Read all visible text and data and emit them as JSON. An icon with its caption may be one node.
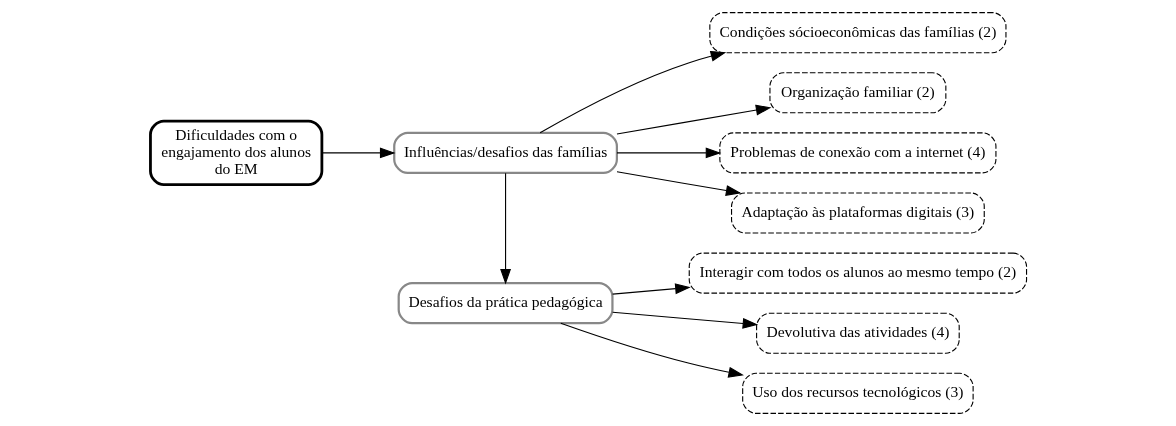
{
  "diagram": {
    "nodes": [
      {
        "text": [
          "Dificuldades com o engajamento dos alunos do EM"
        ]
      },
      {
        "text": [
          "Influências/desafios das famílias"
        ]
      },
      {
        "text": [
          "Condições sócioeconômicas das famílias (2)"
        ]
      },
      {
        "text": [
          "Organização familiar (2)"
        ]
      },
      {
        "text": [
          "Problemas de conexão com a internet (4)"
        ]
      },
      {
        "text": [
          "Adaptação às plataformas digitais (3)"
        ]
      },
      {
        "text": [
          "Desafios da prática pedagógica"
        ]
      },
      {
        "text": [
          "Interagir com todos os alunos ao mesmo tempo (2)"
        ]
      },
      {
        "text": [
          "Devolutiva das atividades (4)"
        ]
      },
      {
        "text": [
          "Uso dos recursos tecnológicos (3)"
        ]
      }
    ],
    "edges": [
      {
        "from": 0,
        "to": 1,
        "arrow": "to"
      },
      {
        "from": 1,
        "to": 2,
        "arrow": "to"
      },
      {
        "from": 1,
        "to": 3,
        "arrow": "to"
      },
      {
        "from": 1,
        "to": 4,
        "arrow": "to"
      },
      {
        "from": 1,
        "to": 5,
        "arrow": "to"
      },
      {
        "from": 1,
        "to": 6,
        "arrow": "to"
      },
      {
        "from": 6,
        "to": 7,
        "arrow": "to"
      },
      {
        "from": 6,
        "to": 8,
        "arrow": "to"
      },
      {
        "from": 6,
        "to": 9,
        "arrow": "to"
      }
    ]
  }
}
